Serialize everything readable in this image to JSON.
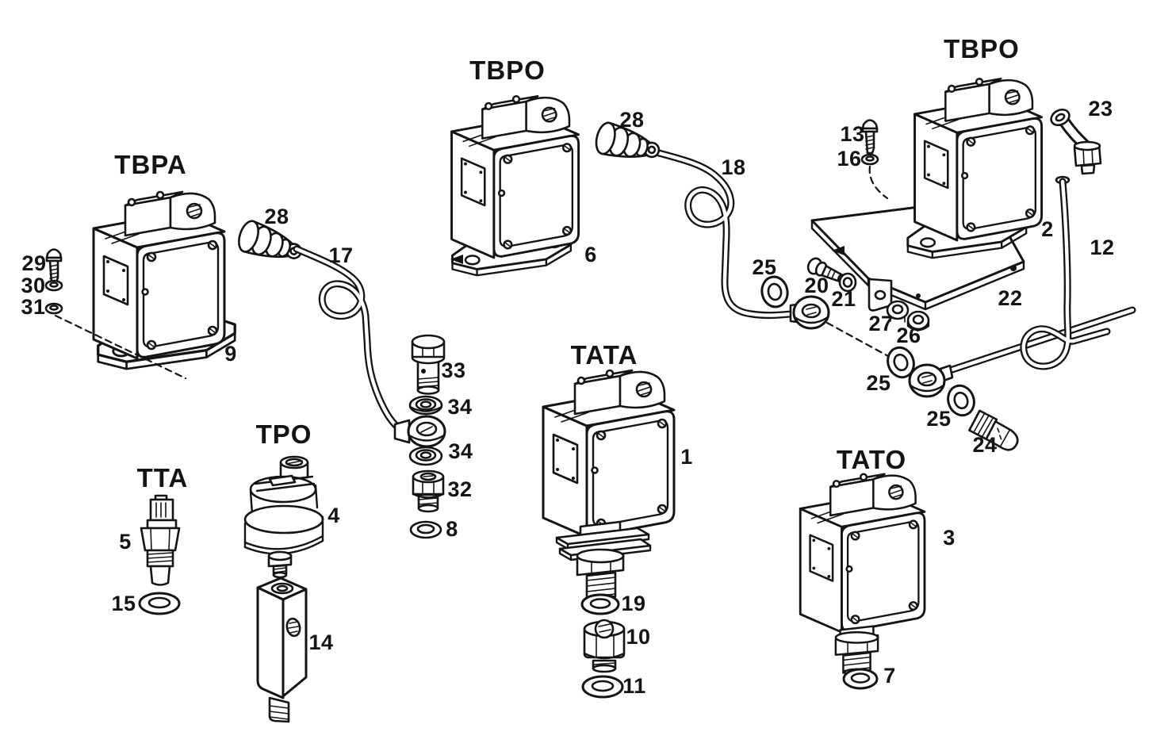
{
  "colors": {
    "background": "#ffffff",
    "ink": "#141414"
  },
  "diagram": {
    "titles": {
      "tbpa": "TBPA",
      "tbpo_center": "TBPO",
      "tbpo_right": "TBPO",
      "tata": "TATA",
      "tato": "TATO",
      "tta": "TTA",
      "tpo": "TPO"
    },
    "callouts": {
      "c29": "29",
      "c30": "30",
      "c31": "31",
      "c9": "9",
      "c28a": "28",
      "c17": "17",
      "c33": "33",
      "c34a": "34",
      "c34b": "34",
      "c32": "32",
      "c8": "8",
      "c6": "6",
      "c28b": "28",
      "c18": "18",
      "c13": "13",
      "c16": "16",
      "c23": "23",
      "c2": "2",
      "c12": "12",
      "c25a": "25",
      "c20": "20",
      "c21": "21",
      "c27": "27",
      "c26": "26",
      "c22": "22",
      "c25b": "25",
      "c25c": "25",
      "c24": "24",
      "c1": "1",
      "c19": "19",
      "c10": "10",
      "c11": "11",
      "c3": "3",
      "c7": "7",
      "c5": "5",
      "c15": "15",
      "c4": "4",
      "c14": "14"
    }
  }
}
